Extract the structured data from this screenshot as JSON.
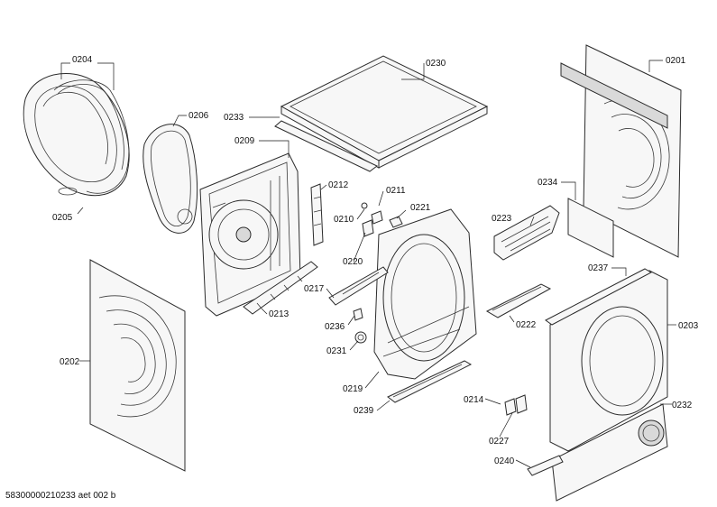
{
  "diagram": {
    "footer": "58300000210233 aet 002 b",
    "labels": {
      "p0201": "0201",
      "p0202": "0202",
      "p0203": "0203",
      "p0204": "0204",
      "p0205": "0205",
      "p0206": "0206",
      "p0209": "0209",
      "p0210": "0210",
      "p0211": "0211",
      "p0212": "0212",
      "p0213": "0213",
      "p0214": "0214",
      "p0217": "0217",
      "p0219": "0219",
      "p0220": "0220",
      "p0221": "0221",
      "p0222": "0222",
      "p0223": "0223",
      "p0227": "0227",
      "p0230": "0230",
      "p0231": "0231",
      "p0232": "0232",
      "p0233": "0233",
      "p0234": "0234",
      "p0236": "0236",
      "p0237": "0237",
      "p0239": "0239",
      "p0240": "0240"
    }
  }
}
